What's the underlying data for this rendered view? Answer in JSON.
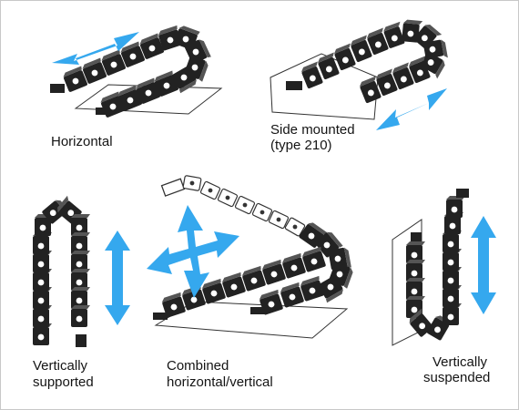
{
  "colors": {
    "arrow": "#35a8ee",
    "chain_dark": "#2a2a2a",
    "chain_light": "#ffffff",
    "frame_border": "#c8c8c8"
  },
  "labels": {
    "horizontal": "Horizontal",
    "side_mounted_line1": "Side mounted",
    "side_mounted_line2": "(type 210)",
    "vertically_supported_line1": "Vertically",
    "vertically_supported_line2": "supported",
    "combined_line1": "Combined",
    "combined_line2": "horizontal/vertical",
    "vertically_suspended_line1": "Vertically",
    "vertically_suspended_line2": "suspended"
  }
}
